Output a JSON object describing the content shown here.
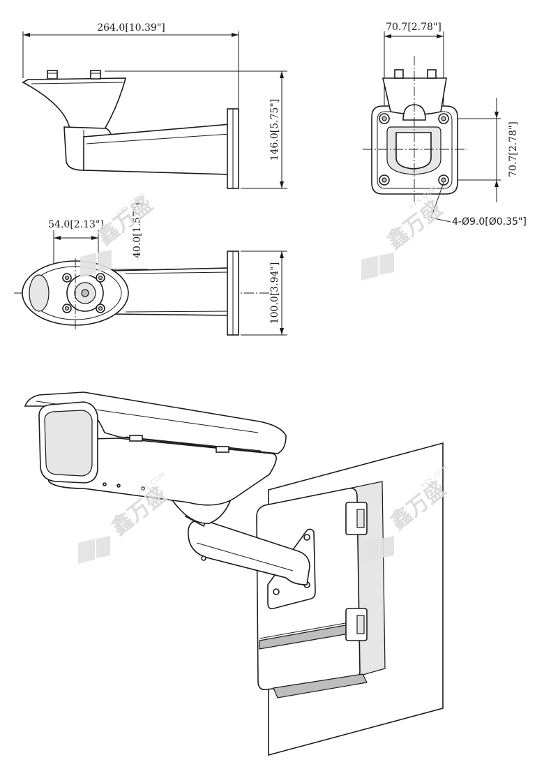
{
  "drawing": {
    "dimensions": {
      "overall_length": "264.0[10.39\"]",
      "overall_height": "146.0[5.75\"]",
      "hole_spacing_horizontal": "70.7[2.78\"]",
      "hole_spacing_vertical": "70.7[2.78\"]",
      "mount_hole_spacing": "54.0[2.13\"]",
      "arm_width": "40.0[1.57\"]",
      "plate_width": "100.0[3.94\"]",
      "mounting_holes": "4-Ø9.0[Ø0.35\"]"
    },
    "watermark": {
      "brand_cn": "鑫万盛",
      "domain": "XFS.COM"
    }
  }
}
